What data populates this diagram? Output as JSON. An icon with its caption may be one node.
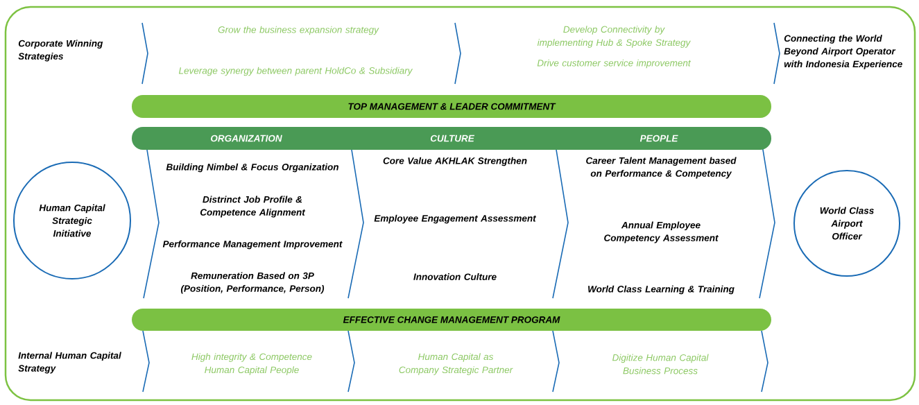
{
  "diagram": {
    "nodes": [
      {
        "text": [
          "TOP MANAGEMENT & LEADER COMMITMENT"
        ]
      },
      {
        "text": [
          "ORGANIZATION",
          "CULTURE",
          "PEOPLE"
        ]
      },
      {
        "text": [
          "Human Capital Strategic Initiative"
        ]
      },
      {
        "text": [
          "World Class Airport Officer"
        ]
      },
      {
        "text": [
          "EFFECTIVE CHANGE MANAGEMENT PROGRAM"
        ]
      }
    ],
    "labels": [
      "Corporate Winning Strategies",
      "Grow the business expansion strategy",
      "Develop Connectivity by implementing Hub & Spoke Strategy",
      "Leverage synergy between parent HoldCo & Subsidiary",
      "Drive customer service improvement",
      "Connecting the World Beyond Airport Operator with Indonesia Experience",
      "Building Nimbel & Focus Organization",
      "Distrinct Job Profile & Competence Alignment",
      "Performance Management Improvement",
      "Remuneration Based on 3P (Position, Performance, Person)",
      "Core Value AKHLAK Strengthen",
      "Employee Engagement Assessment",
      "Innovation Culture",
      "Career Talent Management based on Performance & Competency",
      "Annual Employee Competency Assessment",
      "World Class Learning & Training",
      "Internal Human Capital Strategy",
      "High integrity & Competence Human Capital People",
      "Human Capital as Company Strategic Partner",
      "Digitize Human Capital Business Process"
    ]
  }
}
